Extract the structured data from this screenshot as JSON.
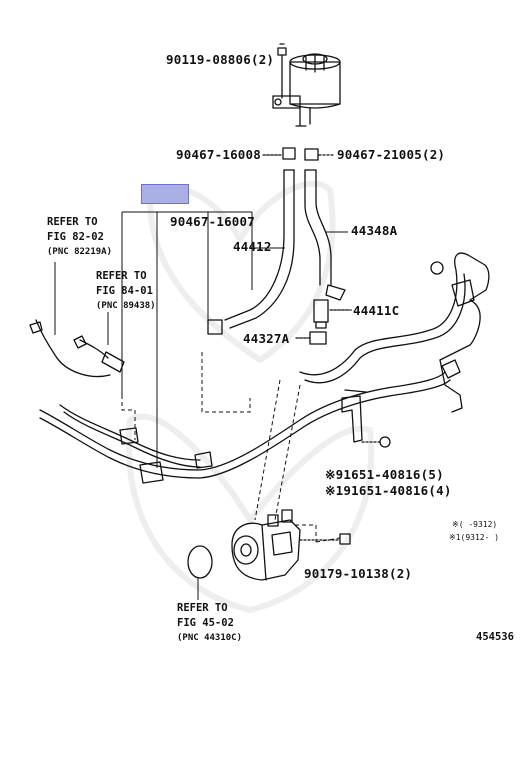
{
  "diagram": {
    "part_numbers": {
      "p1": "90119-08806(2)",
      "p2": "90467-16008",
      "p3": "90467-21005(2)",
      "p4": "90467-16007",
      "p5": "44412",
      "p6": "44348A",
      "p7": "44411C",
      "p8": "44327A",
      "p9": "※91651-40816(5)",
      "p10": "※191651-40816(4)",
      "p11": "90179-10138(2)"
    },
    "refs": {
      "r1": {
        "line1": "REFER TO",
        "line2": "FIG 82-02",
        "line3": "(PNC 82219A)"
      },
      "r2": {
        "line1": "REFER TO",
        "line2": "FIG 84-01",
        "line3": "(PNC 89438)"
      },
      "r3": {
        "line1": "REFER TO",
        "line2": "FIG 45-02",
        "line3": "(PNC 44310C)"
      }
    },
    "notes": {
      "n1": "※(   -9312)",
      "n2": "※1(9312-   )"
    },
    "diagram_id": "454536",
    "highlight_color": "#aab0e6"
  }
}
